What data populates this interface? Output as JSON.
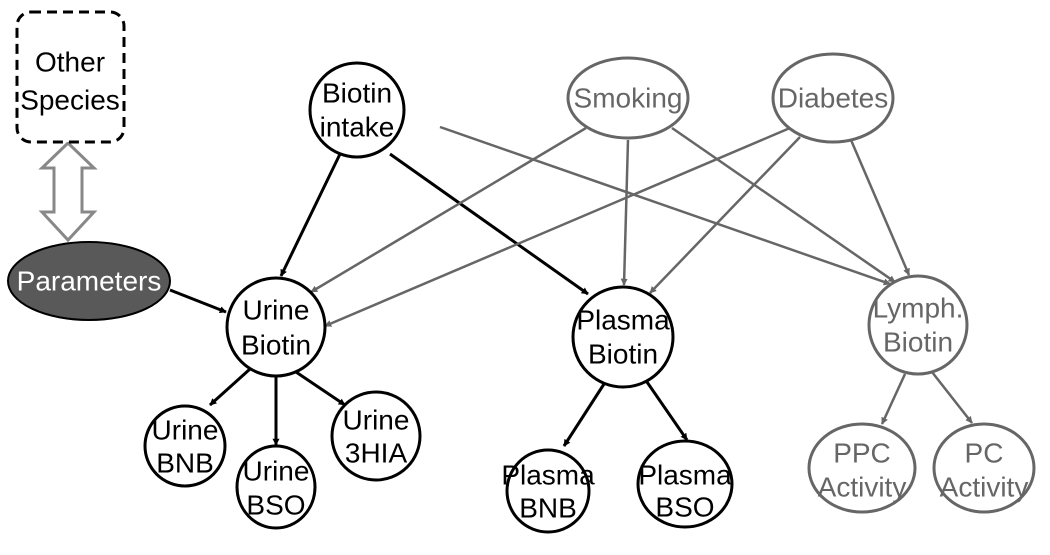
{
  "colors": {
    "black": "#000000",
    "gray": "#666666",
    "param_fill": "#595959",
    "param_text": "#ffffff",
    "double_arrow": "#888888"
  },
  "nodes": {
    "other_species": {
      "lines": [
        "Other",
        "Species"
      ]
    },
    "biotin_intake": {
      "lines": [
        "Biotin",
        "intake"
      ]
    },
    "smoking": {
      "lines": [
        "Smoking"
      ]
    },
    "diabetes": {
      "lines": [
        "Diabetes"
      ]
    },
    "parameters": {
      "lines": [
        "Parameters"
      ]
    },
    "urine_biotin": {
      "lines": [
        "Urine",
        "Biotin"
      ]
    },
    "plasma_biotin": {
      "lines": [
        "Plasma",
        "Biotin"
      ]
    },
    "lymph_biotin": {
      "lines": [
        "Lymph.",
        "Biotin"
      ]
    },
    "urine_bnb": {
      "lines": [
        "Urine",
        "BNB"
      ]
    },
    "urine_bso": {
      "lines": [
        "Urine",
        "BSO"
      ]
    },
    "urine_3hia": {
      "lines": [
        "Urine",
        "3HIA"
      ]
    },
    "plasma_bnb": {
      "lines": [
        "Plasma",
        "BNB"
      ]
    },
    "plasma_bso": {
      "lines": [
        "Plasma",
        "BSO"
      ]
    },
    "ppc_activity": {
      "lines": [
        "PPC",
        "Activity"
      ]
    },
    "pc_activity": {
      "lines": [
        "PC",
        "Activity"
      ]
    }
  },
  "edges": [
    {
      "from": "biotin_intake",
      "to": "urine_biotin",
      "color": "black"
    },
    {
      "from": "biotin_intake",
      "to": "plasma_biotin",
      "color": "black"
    },
    {
      "from": "biotin_intake",
      "to": "lymph_biotin",
      "color": "gray"
    },
    {
      "from": "smoking",
      "to": "urine_biotin",
      "color": "gray"
    },
    {
      "from": "smoking",
      "to": "plasma_biotin",
      "color": "gray"
    },
    {
      "from": "smoking",
      "to": "lymph_biotin",
      "color": "gray"
    },
    {
      "from": "diabetes",
      "to": "urine_biotin",
      "color": "gray"
    },
    {
      "from": "diabetes",
      "to": "plasma_biotin",
      "color": "gray"
    },
    {
      "from": "diabetes",
      "to": "lymph_biotin",
      "color": "gray"
    },
    {
      "from": "parameters",
      "to": "urine_biotin",
      "color": "black"
    },
    {
      "from": "urine_biotin",
      "to": "urine_bnb",
      "color": "black"
    },
    {
      "from": "urine_biotin",
      "to": "urine_bso",
      "color": "black"
    },
    {
      "from": "urine_biotin",
      "to": "urine_3hia",
      "color": "black"
    },
    {
      "from": "plasma_biotin",
      "to": "plasma_bnb",
      "color": "black"
    },
    {
      "from": "plasma_biotin",
      "to": "plasma_bso",
      "color": "black"
    },
    {
      "from": "lymph_biotin",
      "to": "ppc_activity",
      "color": "gray"
    },
    {
      "from": "lymph_biotin",
      "to": "pc_activity",
      "color": "gray"
    }
  ]
}
